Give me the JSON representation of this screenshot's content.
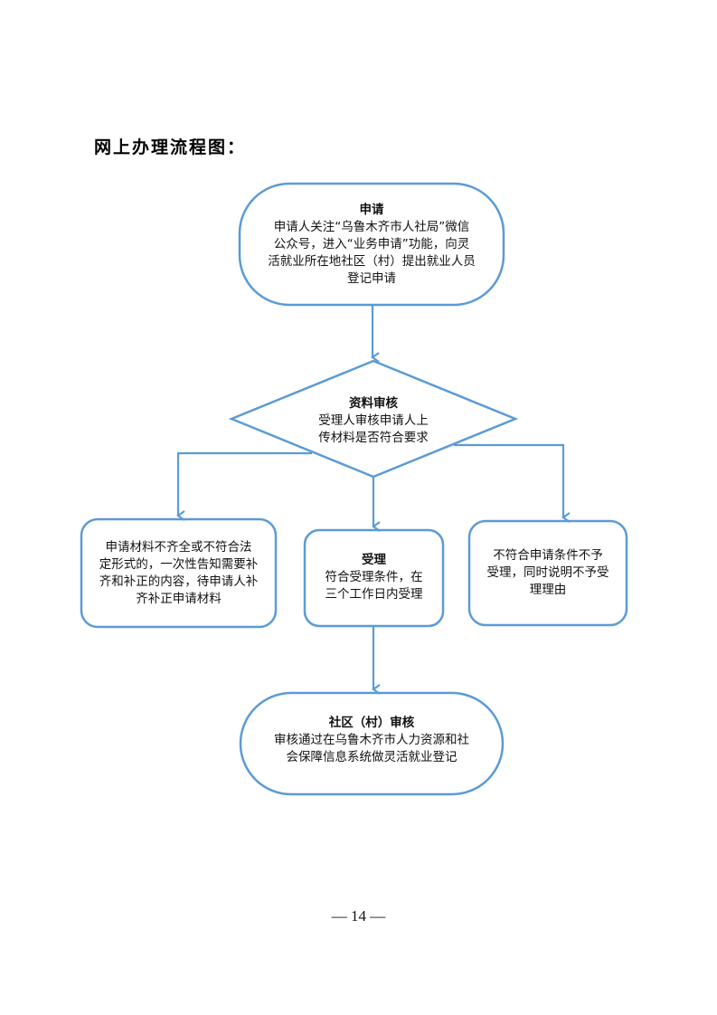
{
  "page": {
    "heading": "网上办理流程图：",
    "page_number": "— 14 —"
  },
  "colors": {
    "stroke": "#5b9bd5"
  },
  "flowchart": {
    "nodes": {
      "apply": {
        "shape": "rounded-pill",
        "title": "申请",
        "body": "申请人关注“乌鲁木齐市人社局”微信\n公众号，进入“业务申请”功能，向灵\n活就业所在地社区（村）提出就业人员\n登记申请"
      },
      "review": {
        "shape": "diamond",
        "title": "资料审核",
        "body": "受理人审核申请人上\n传材料是否符合要求"
      },
      "incomplete": {
        "shape": "rounded-rect",
        "title": "",
        "body": "申请材料不齐全或不符合法\n定形式的，一次性告知需要补\n齐和补正的内容，待申请人补\n齐补正申请材料"
      },
      "accept": {
        "shape": "rounded-rect",
        "title": "受理",
        "body": "符合受理条件，在\n三个工作日内受理"
      },
      "reject": {
        "shape": "rounded-rect",
        "title": "",
        "body": "不符合申请条件不予\n受理，同时说明不予受\n理理由"
      },
      "community": {
        "shape": "rounded-pill",
        "title": "社区（村）审核",
        "body": "审核通过在乌鲁木齐市人力资源和社\n会保障信息系统做灵活就业登记"
      }
    },
    "edges": [
      {
        "from": "apply",
        "to": "review"
      },
      {
        "from": "review",
        "to": "incomplete"
      },
      {
        "from": "review",
        "to": "accept"
      },
      {
        "from": "review",
        "to": "reject"
      },
      {
        "from": "accept",
        "to": "community"
      }
    ]
  }
}
